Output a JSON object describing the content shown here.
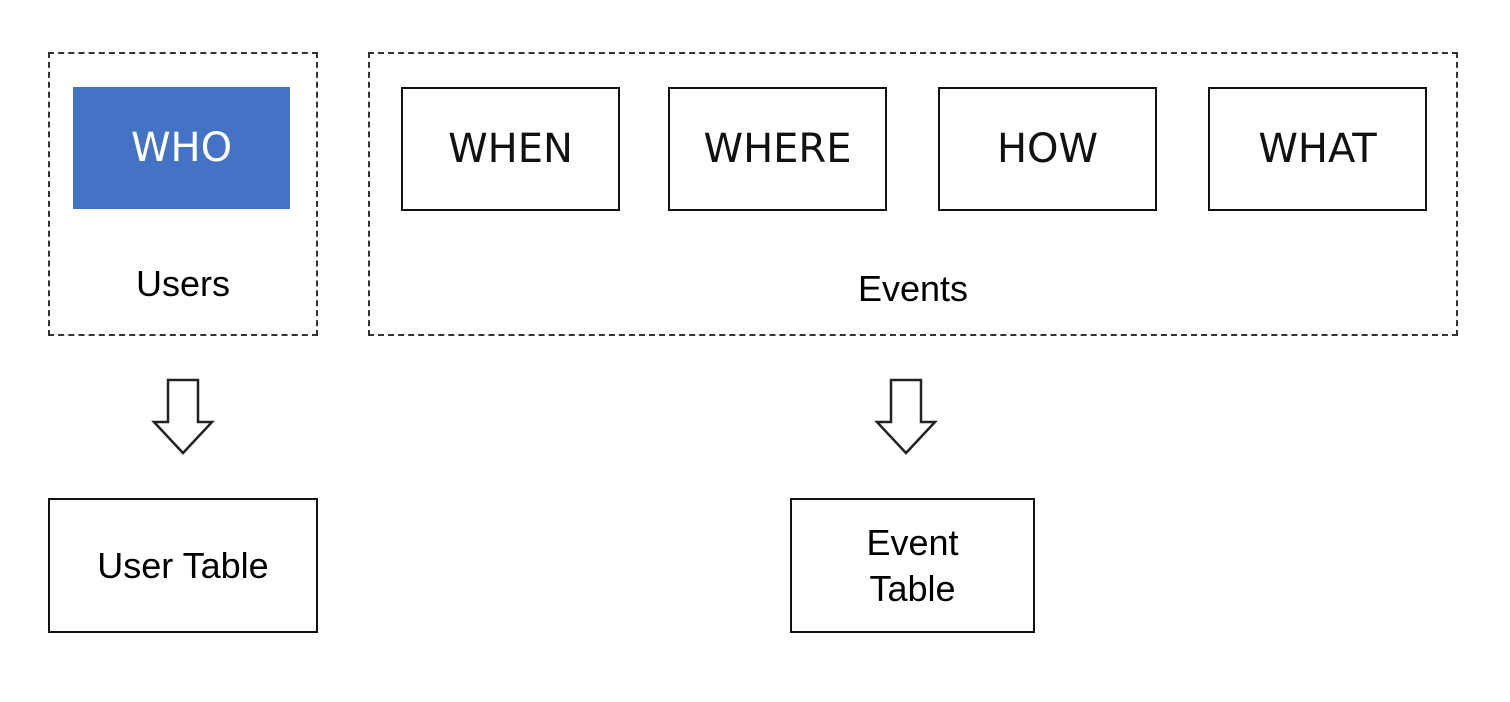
{
  "colors": {
    "who_fill": "#4472C4",
    "who_text": "#FFFFFF",
    "border": "#111111"
  },
  "users_group": {
    "dimension": "WHO",
    "label": "Users"
  },
  "events_group": {
    "dimensions": [
      "WHEN",
      "WHERE",
      "HOW",
      "WHAT"
    ],
    "label": "Events"
  },
  "outputs": {
    "user_table": "User Table",
    "event_table_line1": "Event",
    "event_table_line2": "Table"
  },
  "icons": {
    "arrow": "arrow-down-outline-icon"
  }
}
